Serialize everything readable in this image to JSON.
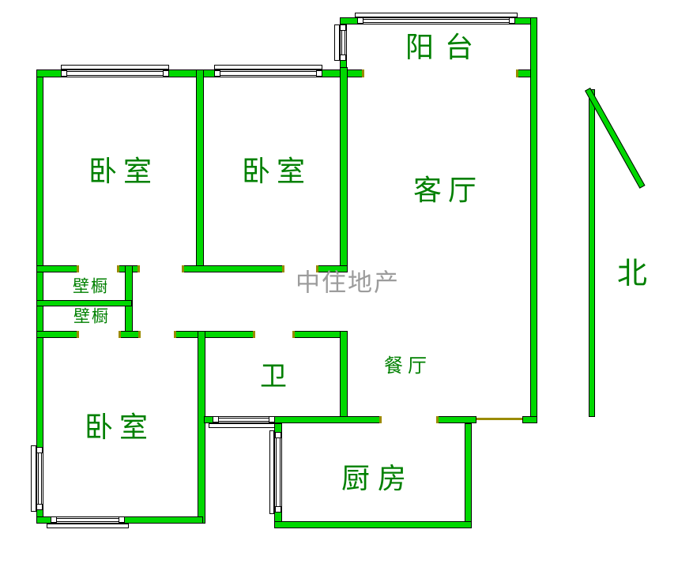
{
  "labels": {
    "bedroom_top_left": "卧室",
    "bedroom_top_mid": "卧室",
    "bedroom_bottom": "卧室",
    "living_room": "客厅",
    "balcony": "阳台",
    "closet_top": "壁橱",
    "closet_bottom": "壁橱",
    "bathroom": "卫",
    "dining": "餐厅",
    "kitchen": "厨房",
    "north": "北",
    "watermark": "中住地产"
  },
  "colors": {
    "wall_fill": "#00d800",
    "wall_outline": "#000000",
    "room_label_green": "#008000",
    "watermark_gray": "#9c9c9c",
    "door_jamb_olive": "#9a8b00",
    "background": "#ffffff"
  }
}
